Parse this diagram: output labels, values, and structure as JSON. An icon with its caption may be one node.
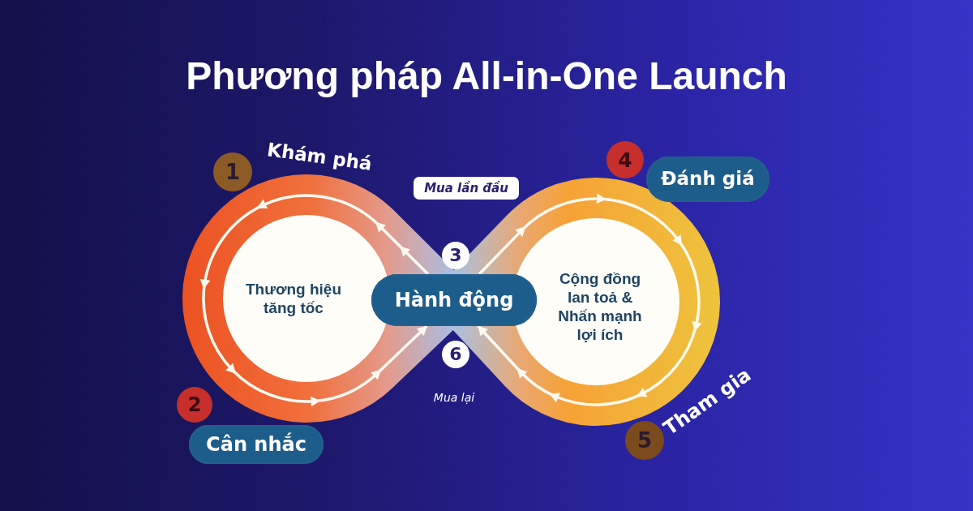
{
  "diagram": {
    "title": "Phương pháp All-in-One Launch",
    "nodes": [
      {
        "text": [
          "1"
        ],
        "beside": [
          "Khám phá"
        ]
      },
      {
        "text": [
          "Mua lần đầu"
        ]
      },
      {
        "text": [
          "4"
        ]
      },
      {
        "text": [
          "Đánh giá"
        ]
      },
      {
        "text": [
          "3"
        ]
      },
      {
        "text": [
          "Thương hiệu tăng tốc"
        ]
      },
      {
        "text": [
          "Hành động"
        ]
      },
      {
        "text": [
          "Cộng đồng lan toả & Nhấn mạnh lợi ích"
        ]
      },
      {
        "text": [
          "6"
        ]
      },
      {
        "text": [
          "2"
        ]
      },
      {
        "text": [
          "Cân nhắc"
        ]
      },
      {
        "text": [
          "5"
        ],
        "beside": [
          "Tham gia"
        ]
      }
    ],
    "edges": [
      {
        "from": 6,
        "to": 6,
        "arrow": "to"
      },
      {
        "from": 6,
        "to": 6,
        "arrow": "to"
      }
    ],
    "labels": [
      "Mua lại"
    ]
  }
}
